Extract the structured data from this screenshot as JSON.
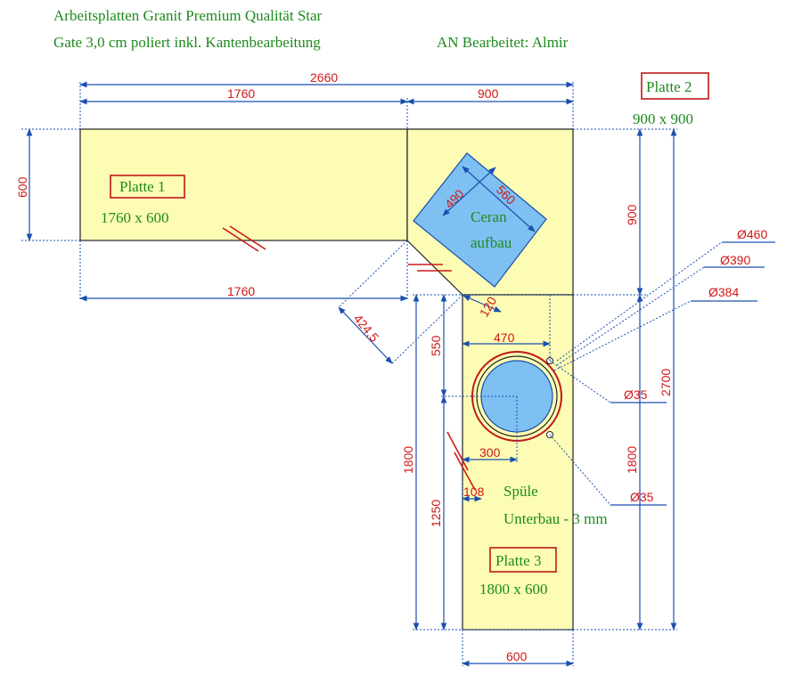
{
  "header": {
    "line1": "Arbeitsplatten Granit Premium Qualität Star",
    "line2": "Gate 3,0 cm poliert inkl. Kantenbearbeitung",
    "processed_by": "AN Bearbeitet: Almir"
  },
  "plates": {
    "p1": {
      "name": "Platte 1",
      "size": "1760 x 600"
    },
    "p2": {
      "name": "Platte 2",
      "size": "900 x 900"
    },
    "p3": {
      "name": "Platte 3",
      "size": "1800 x 600"
    }
  },
  "cutouts": {
    "ceran_line1": "Ceran",
    "ceran_line2": "aufbau",
    "sink_line1": "Spüle",
    "sink_line2": "Unterbau - 3 mm"
  },
  "dimensions": {
    "total_width": "2660",
    "p1_top": "1760",
    "p2_top": "900",
    "p1_depth": "600",
    "p1_bottom": "1760",
    "p2_height": "900",
    "total_height": "2700",
    "p3_right": "1800",
    "p3_left": "1800",
    "p3_bottom": "600",
    "diag": "424,5",
    "ceran_w": "490",
    "ceran_h": "560",
    "ceran_off": "120",
    "sink_offset_top": "550",
    "sink_offset_bottom": "1250",
    "sink_span": "470",
    "sink_center": "300",
    "sink_edge": "108",
    "d460": "Ø460",
    "d390": "Ø390",
    "d384": "Ø384",
    "d35a": "Ø35",
    "d35b": "Ø35"
  },
  "colors": {
    "slab": "#fcfcb4",
    "ceran": "#7ec0f2",
    "text_green": "#1e8a1e",
    "dim_red": "#d01818",
    "line_blue": "#1a4fb0"
  }
}
